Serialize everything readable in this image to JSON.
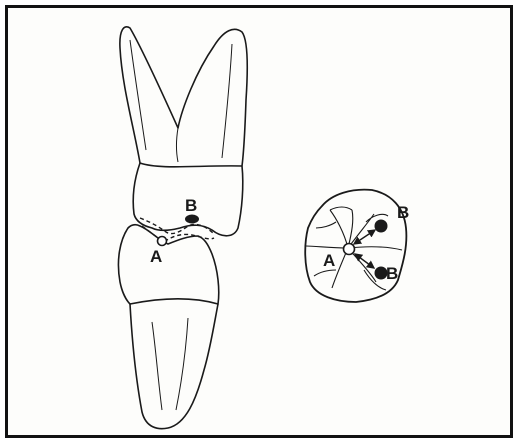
{
  "labels": {
    "side_contact_point": "A",
    "side_opposing_point": "B",
    "occlusal_center_point": "A",
    "occlusal_upper_point": "B",
    "occlusal_lower_point": "B"
  },
  "colors": {
    "ink": "#1a1a1a",
    "paper": "#fdfdfb"
  }
}
